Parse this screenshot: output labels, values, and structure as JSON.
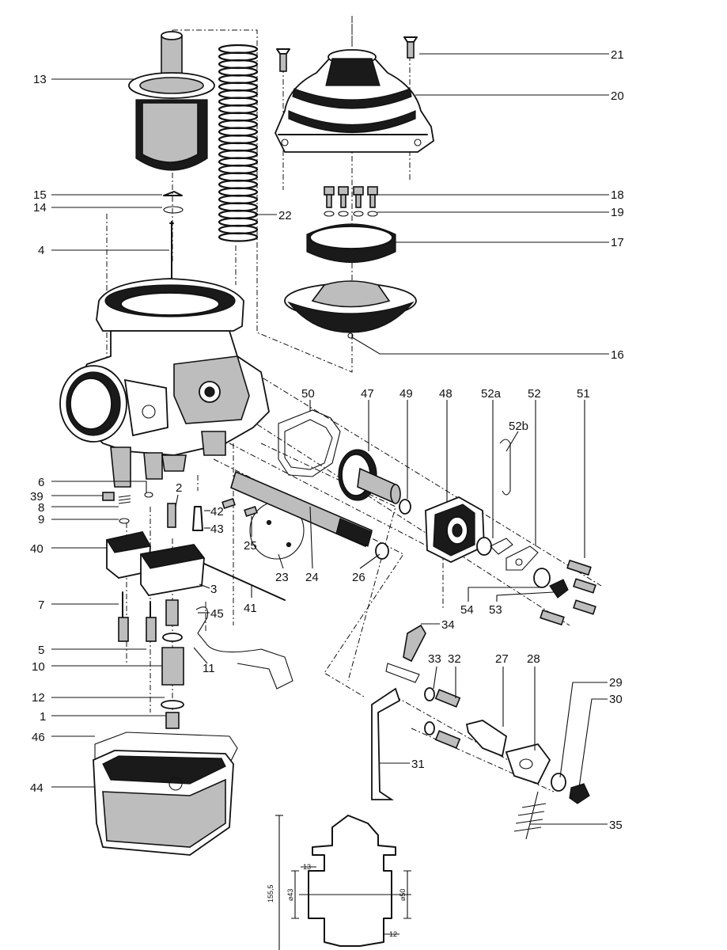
{
  "labels": {
    "l13": "13",
    "l15": "15",
    "l14": "14",
    "l4": "4",
    "l21": "21",
    "l20": "20",
    "l18": "18",
    "l19": "19",
    "l17": "17",
    "l16": "16",
    "l22": "22",
    "l50": "50",
    "l47": "47",
    "l49": "49",
    "l48": "48",
    "l52a": "52a",
    "l52": "52",
    "l51": "51",
    "l52b": "52b",
    "l6": "6",
    "l39": "39",
    "l8": "8",
    "l9": "9",
    "l2": "2",
    "l42": "42",
    "l43": "43",
    "l25": "25",
    "l40": "40",
    "l23": "23",
    "l24": "24",
    "l26": "26",
    "l3": "3",
    "l41": "41",
    "l54": "54",
    "l53": "53",
    "l7": "7",
    "l45": "45",
    "l5": "5",
    "l34": "34",
    "l10": "10",
    "l11": "11",
    "l33": "33",
    "l32": "32",
    "l27": "27",
    "l28": "28",
    "l29": "29",
    "l30": "30",
    "l12": "12",
    "l1": "1",
    "l46": "46",
    "l31": "31",
    "l44": "44",
    "l35": "35"
  },
  "dimensions": {
    "d13": "13",
    "d155": "155,5",
    "d43": "⌀43",
    "d50": "⌀50",
    "d12": "12"
  }
}
